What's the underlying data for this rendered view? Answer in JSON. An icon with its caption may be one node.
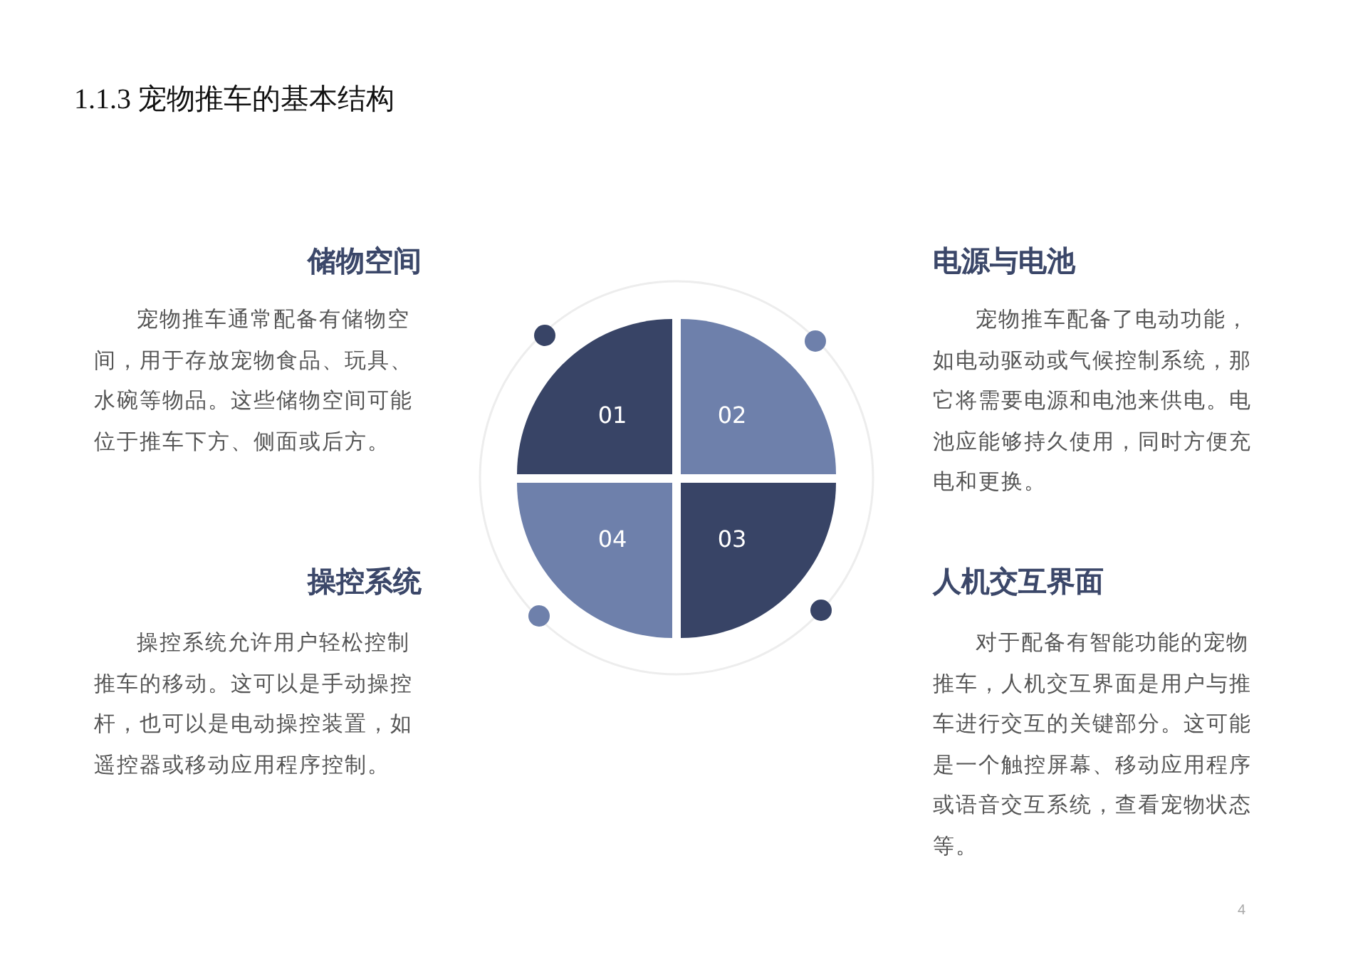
{
  "diagram": {
    "title": "1.1.3 宠物推车的基本结构",
    "nodes": [
      {
        "text": [
          "01"
        ]
      },
      {
        "text": [
          "02"
        ]
      },
      {
        "text": [
          "03"
        ]
      },
      {
        "text": [
          "04"
        ]
      }
    ],
    "labels": [
      "储物空间",
      "宠物推车通常配备有储物空间，用于存放宠物食品、玩具、水碗等物品。这些储物空间可能位于推车下方、侧面或后方。",
      "电源与电池",
      "宠物推车配备了电动功能，如电动驱动或气候控制系统，那它将需要电源和电池来供电。电池应能够持久使用，同时方便充电和更换。",
      "操控系统",
      "操控系统允许用户轻松控制推车的移动。这可以是手动操控杆，也可以是电动操控装置，如遥控器或移动应用程序控制。",
      "人机交互界面",
      "对于配备有智能功能的宠物推车，人机交互界面是用户与推车进行交互的关键部分。这可能是一个触控屏幕、移动应用程序或语音交互系统，查看宠物状态等。",
      "4"
    ]
  }
}
